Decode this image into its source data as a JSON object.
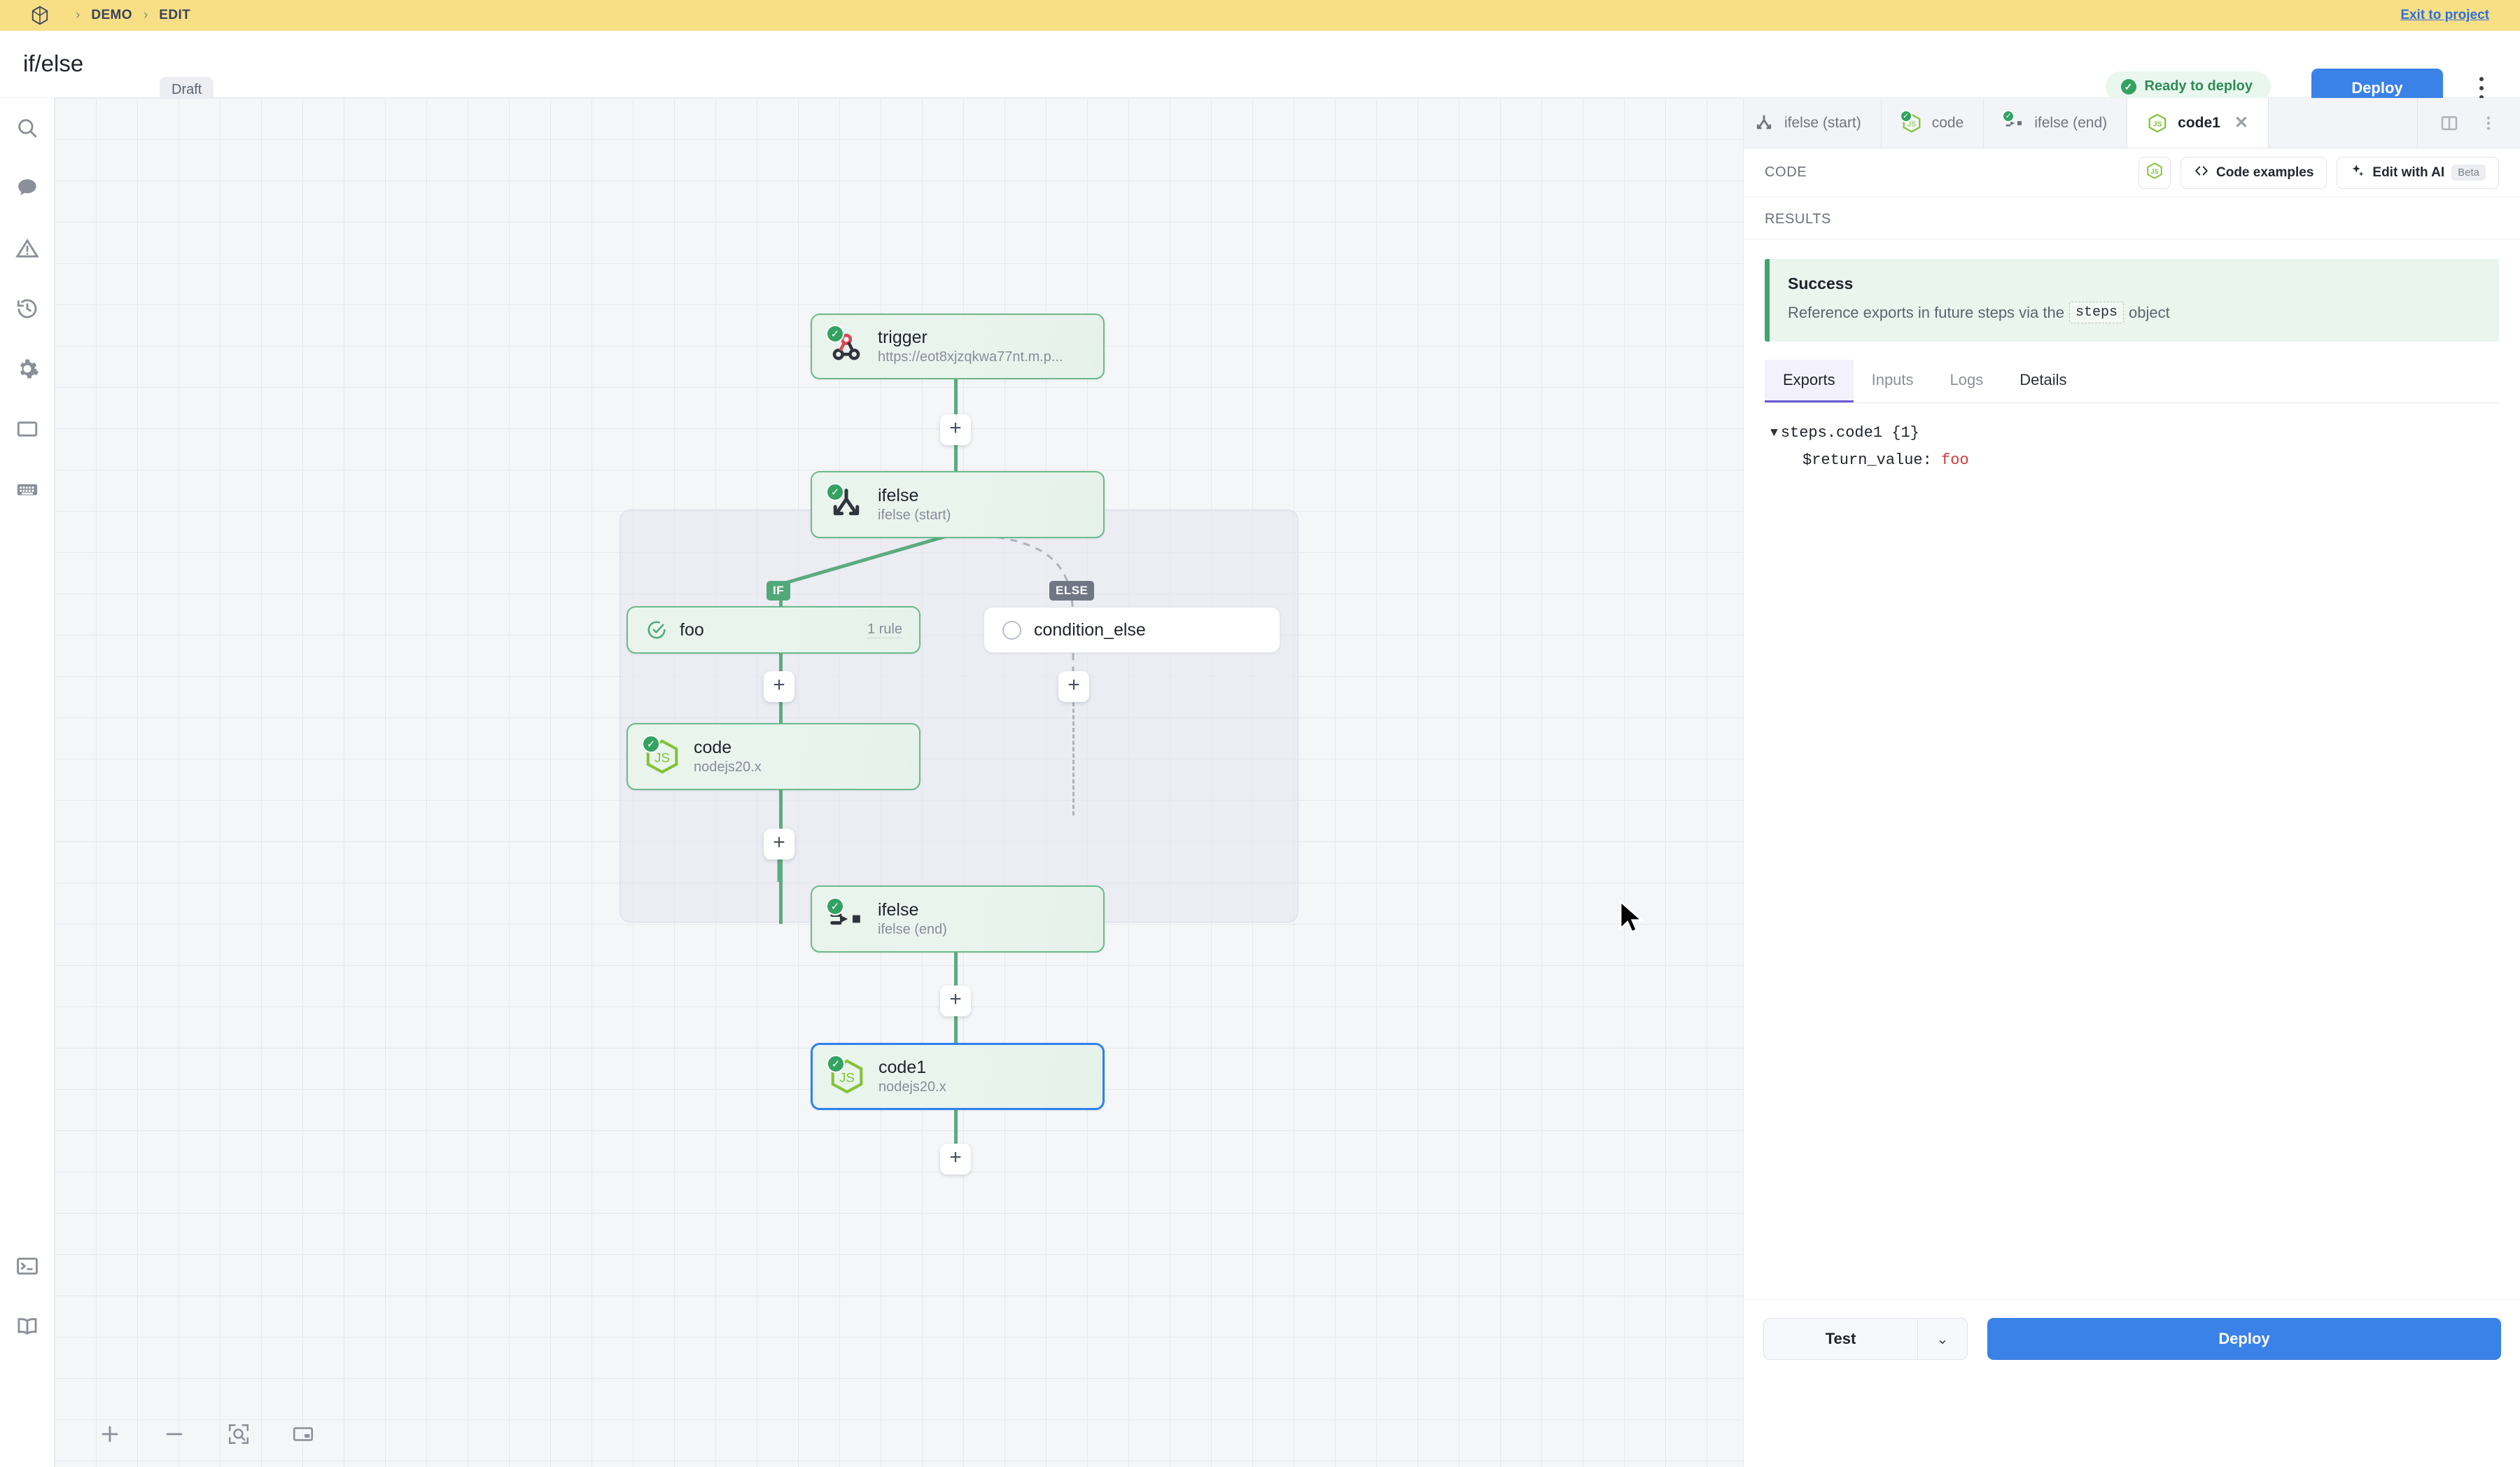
{
  "breadcrumb": {
    "logo_icon": "cube-logo-icon",
    "items": [
      "DEMO",
      "EDIT"
    ],
    "separator": "›",
    "exit_link": "Exit to project"
  },
  "titlebar": {
    "workflow_name": "if/else",
    "status_badge": "Draft",
    "ready_pill": "Ready to deploy",
    "deploy_label": "Deploy",
    "menu_icon": "kebab-menu-icon",
    "accent_blue": "#3b82e8",
    "success_green": "#34a262",
    "header_yellow": "#f7df86"
  },
  "left_rail": {
    "items": [
      {
        "icon": "search-icon",
        "label": "Search"
      },
      {
        "icon": "chat-bubble-icon",
        "label": "Chat"
      },
      {
        "icon": "warning-triangle-icon",
        "label": "Warnings"
      },
      {
        "icon": "history-clock-icon",
        "label": "History"
      },
      {
        "icon": "gear-icon",
        "label": "Settings"
      },
      {
        "icon": "window-icon",
        "label": "Panel"
      },
      {
        "icon": "keyboard-icon",
        "label": "Shortcuts"
      },
      {
        "icon": "terminal-icon",
        "label": "Terminal"
      },
      {
        "icon": "book-icon",
        "label": "Docs"
      }
    ]
  },
  "canvas_tools": [
    {
      "icon": "zoom-in-icon",
      "label": "Zoom in"
    },
    {
      "icon": "zoom-out-icon",
      "label": "Zoom out"
    },
    {
      "icon": "fit-view-icon",
      "label": "Fit view"
    },
    {
      "icon": "minimap-icon",
      "label": "Minimap"
    }
  ],
  "workflow": {
    "nodes": [
      {
        "id": "trigger",
        "name": "trigger",
        "sub": "https://eot8xjzqkwa77nt.m.p...",
        "icon": "webhook-icon",
        "state": "success"
      },
      {
        "id": "ifelse_start",
        "name": "ifelse",
        "sub": "ifelse (start)",
        "icon": "branch-split-icon",
        "state": "success"
      },
      {
        "id": "foo",
        "name": "foo",
        "sub": "",
        "right": "1 rule",
        "icon": "check-circle-outline-icon",
        "state": "success"
      },
      {
        "id": "condition_else",
        "name": "condition_else",
        "sub": "",
        "icon": "radio-empty-icon",
        "state": "inactive"
      },
      {
        "id": "code",
        "name": "code",
        "sub": "nodejs20.x",
        "icon": "nodejs-icon",
        "state": "success"
      },
      {
        "id": "ifelse_end",
        "name": "ifelse",
        "sub": "ifelse (end)",
        "icon": "branch-merge-icon",
        "state": "success"
      },
      {
        "id": "code1",
        "name": "code1",
        "sub": "nodejs20.x",
        "icon": "nodejs-icon",
        "state": "success",
        "selected": true
      }
    ],
    "branch_labels": {
      "if": "IF",
      "else": "ELSE"
    },
    "add_button_icon": "plus-icon",
    "edge_color": "#5cab7d"
  },
  "panel": {
    "tabs": [
      {
        "label": "ifelse (start)",
        "icon": "branch-split-icon",
        "active": false,
        "badge": false
      },
      {
        "label": "code",
        "icon": "nodejs-icon",
        "active": false,
        "badge": true
      },
      {
        "label": "ifelse (end)",
        "icon": "branch-merge-icon",
        "active": false,
        "badge": true
      },
      {
        "label": "code1",
        "icon": "nodejs-icon",
        "active": true,
        "badge": false,
        "closable": true
      }
    ],
    "tab_close_icon": "close-icon",
    "split_view_icon": "split-view-icon",
    "more_icon": "kebab-menu-icon",
    "code_header": {
      "label": "CODE",
      "runtime_icon": "nodejs-icon",
      "code_examples": "Code examples",
      "code_examples_icon": "angle-brackets-icon",
      "edit_with_ai": "Edit with AI",
      "edit_with_ai_icon": "sparkle-icon",
      "beta_badge": "Beta"
    },
    "results_label": "RESULTS",
    "success": {
      "title": "Success",
      "text_before": "Reference exports in future steps via the",
      "code_token": "steps",
      "text_after": "object"
    },
    "result_tabs": [
      {
        "label": "Exports",
        "active": true
      },
      {
        "label": "Inputs",
        "active": false
      },
      {
        "label": "Logs",
        "active": false
      },
      {
        "label": "Details",
        "active": false,
        "dark": true
      }
    ],
    "exports_tree": {
      "caret": "▼",
      "root": "steps.code1 {1}",
      "key": "$return_value:",
      "value": "foo"
    },
    "footer": {
      "test_label": "Test",
      "test_caret_icon": "chevron-down-icon",
      "deploy_label": "Deploy"
    }
  }
}
